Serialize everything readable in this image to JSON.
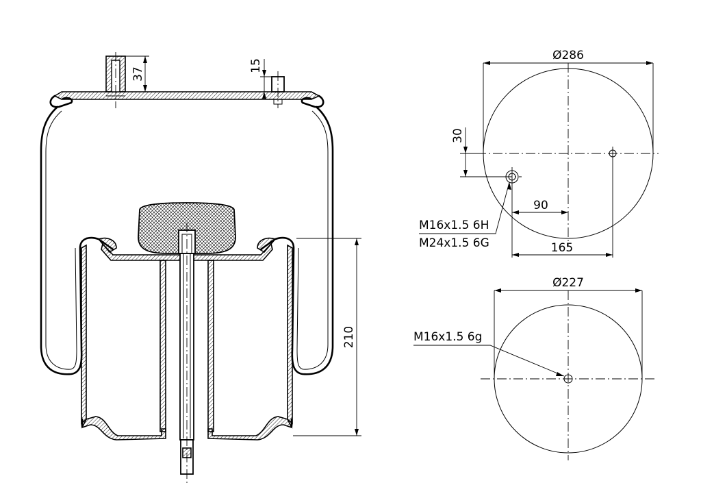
{
  "drawing": {
    "side_view": {
      "dim_stud_height": "37",
      "dim_pin_height": "15",
      "dim_piston_height": "210"
    },
    "top_plate_view": {
      "dim_diameter": "Ø286",
      "dim_offset_vertical": "30",
      "dim_offset_90": "90",
      "dim_offset_165": "165",
      "thread_label_1": "M16x1.5 6H",
      "thread_label_2": "M24x1.5 6G"
    },
    "bottom_view": {
      "dim_diameter": "Ø227",
      "thread_label": "M16x1.5 6g"
    }
  }
}
